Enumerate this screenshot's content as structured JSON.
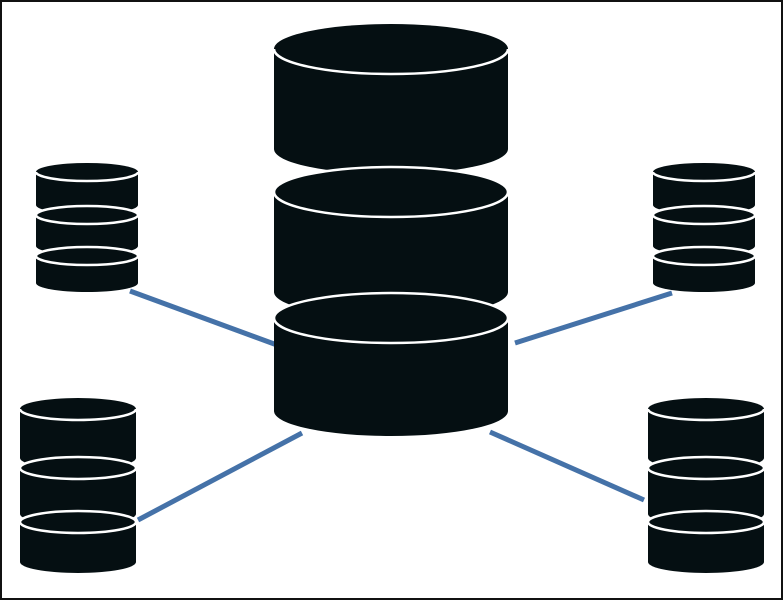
{
  "diagram": {
    "type": "network-topology",
    "title": "",
    "central_node": {
      "icon": "database-icon",
      "stack_segments": 3
    },
    "satellite_nodes": [
      {
        "id": "top-left",
        "icon": "database-icon",
        "stack_segments": 3
      },
      {
        "id": "top-right",
        "icon": "database-icon",
        "stack_segments": 3
      },
      {
        "id": "bottom-left",
        "icon": "database-icon",
        "stack_segments": 3
      },
      {
        "id": "bottom-right",
        "icon": "database-icon",
        "stack_segments": 3
      }
    ],
    "connections": [
      {
        "from": "central",
        "to": "top-left"
      },
      {
        "from": "central",
        "to": "top-right"
      },
      {
        "from": "central",
        "to": "bottom-left"
      },
      {
        "from": "central",
        "to": "bottom-right"
      }
    ]
  },
  "colors": {
    "database_fill": "#050f12",
    "database_outline": "#ffffff",
    "connector": "#4572a8",
    "background": "#ffffff",
    "frame": "#111111"
  }
}
